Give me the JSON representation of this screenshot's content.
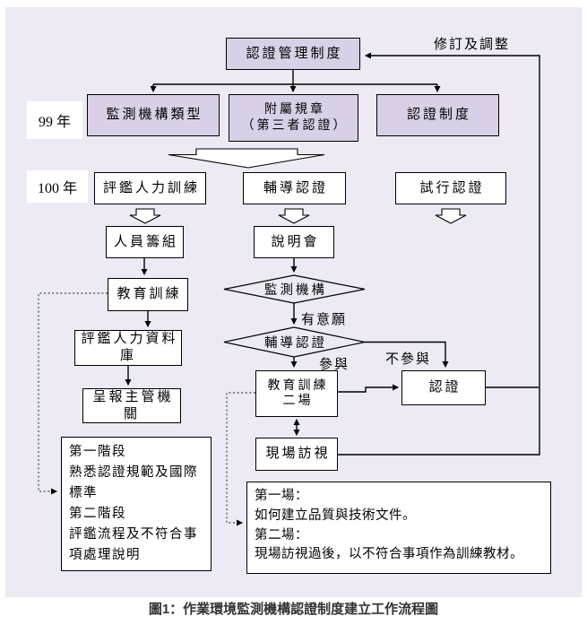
{
  "caption": "圖1：作業環境監測機構認證制度建立工作流程圖",
  "year_labels": {
    "y99": "99 年",
    "y100": "100 年"
  },
  "edge_labels": {
    "revise": "修訂及調整",
    "willing": "有意願",
    "join": "參與",
    "not_join": "不參與"
  },
  "nodes": {
    "cert_mgmt": "認證管理制度",
    "org_type": "監測機構類型",
    "bylaws": {
      "line1": "附屬規章",
      "line2": "（第三者認證）"
    },
    "cert_system": "認證制度",
    "eval_training": "評鑑人力訓練",
    "guide_cert": "輔導認證",
    "trial_cert": "試行認證",
    "staffing": "人員籌組",
    "briefing": "說明會",
    "edu_training": "教育訓練",
    "monitor_org_decision": "監測機構",
    "guide_cert_decision": "輔導認證",
    "eval_db": "評鑑人力資料庫",
    "report_authority": "呈報主管機關",
    "edu_training_two": {
      "line1": "教育訓練",
      "line2": "二場"
    },
    "site_visit": "現場訪視",
    "certification": "認證"
  },
  "notes_left": {
    "lines": [
      "第一階段",
      "熟悉認證規範及國際",
      "標準",
      "第二階段",
      "評鑑流程及不符合事",
      "項處理說明"
    ]
  },
  "notes_right": {
    "lines": [
      "第一場：",
      "如何建立品質與技術文件。",
      "第二場：",
      "現場訪視過後，以不符合事項作為訓練教材。"
    ]
  },
  "colors": {
    "panel_bg": "#edeaf4",
    "purple_fill": "#d9d0e7",
    "white_fill": "#ffffff",
    "line": "#000000"
  }
}
